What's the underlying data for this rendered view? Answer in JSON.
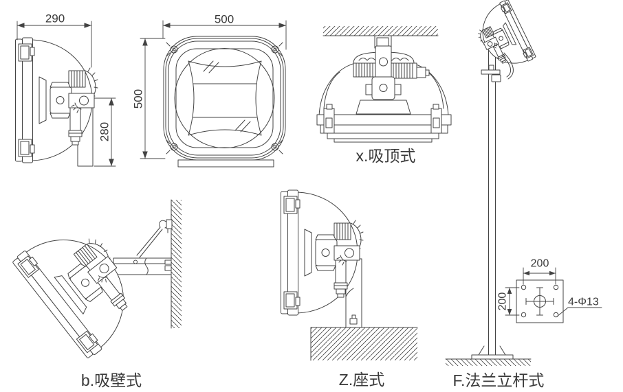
{
  "drawing": {
    "background": "#ffffff",
    "line_color": "#434343",
    "text_color": "#3a3a3a"
  },
  "dimensions": {
    "side_width": "290",
    "side_height": "280",
    "front_width": "500",
    "front_height": "500",
    "flange_width": "200",
    "flange_height": "200",
    "flange_holes": "4-Φ13"
  },
  "captions": {
    "ceiling": "x.吸顶式",
    "wall": "b.吸壁式",
    "seat": "Z.座式",
    "pole": "F.法兰立杆式"
  }
}
